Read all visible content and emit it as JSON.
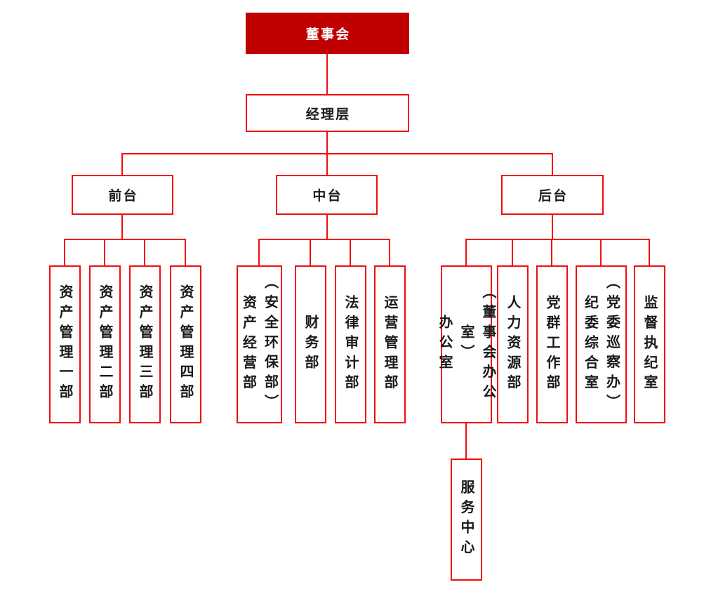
{
  "colors": {
    "line_red": "#f20d0d",
    "fill_red": "#c00000",
    "text_black": "#1a1a1a",
    "text_white": "#ffffff",
    "bg": "#ffffff"
  },
  "chart": {
    "type": "org-chart",
    "board": {
      "label": "董事会"
    },
    "management": {
      "label": "经理层"
    },
    "branches": [
      {
        "label": "前台",
        "children": [
          {
            "label": "资产管理一部"
          },
          {
            "label": "资产管理二部"
          },
          {
            "label": "资产管理三部"
          },
          {
            "label": "资产管理四部"
          }
        ]
      },
      {
        "label": "中台",
        "children": [
          {
            "label": "（安全环保部）\n资产经营部"
          },
          {
            "label": "财务部"
          },
          {
            "label": "法律审计部"
          },
          {
            "label": "运营管理部"
          }
        ]
      },
      {
        "label": "后台",
        "children": [
          {
            "label": "（董事会办公室）\n办公室",
            "children": [
              {
                "label": "服务中心"
              }
            ]
          },
          {
            "label": "人力资源部"
          },
          {
            "label": "党群工作部"
          },
          {
            "label": "（党委巡察办）\n纪委综合室"
          },
          {
            "label": "监督执纪室"
          }
        ]
      }
    ]
  }
}
